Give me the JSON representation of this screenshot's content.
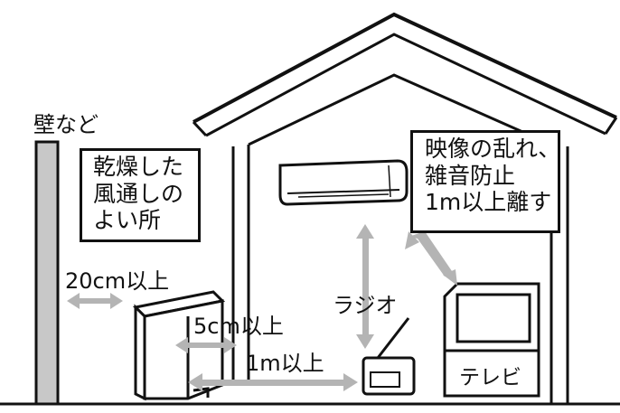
{
  "labels": {
    "wall": "壁など",
    "dry_place": [
      "乾燥した",
      "風通しの",
      "よい所"
    ],
    "distance_wall": "20cm以上",
    "distance_side": "5cm以上",
    "distance_radio": "1m以上",
    "radio": "ラジオ",
    "tv": "テレビ",
    "interference_note": [
      "映像の乱れ、",
      "雑音防止",
      "1m以上離す"
    ]
  },
  "colors": {
    "line": "#111111",
    "arrow": "#b4b4b4",
    "wall": "#c8c8c8",
    "background": "#ffffff"
  }
}
